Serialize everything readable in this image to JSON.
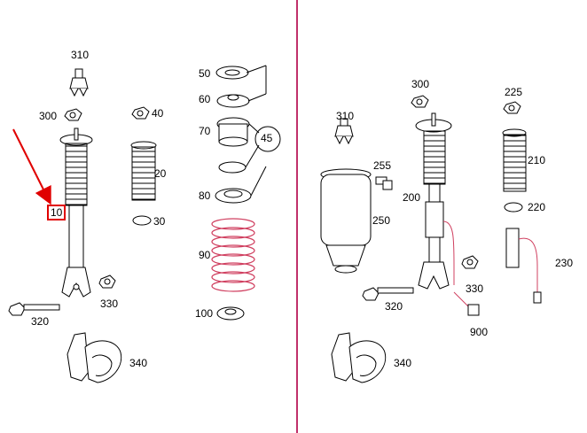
{
  "colors": {
    "background": "#ffffff",
    "line": "#000000",
    "spring": "#d04060",
    "divider": "#c0306a",
    "callout_arrow": "#e00000"
  },
  "highlighted_part": "10",
  "left": {
    "parts": {
      "p310": "310",
      "p300": "300",
      "p40": "40",
      "p10": "10",
      "p20": "20",
      "p30": "30",
      "p50": "50",
      "p60": "60",
      "p70": "70",
      "p45": "45",
      "p80": "80",
      "p90": "90",
      "p100": "100",
      "p320": "320",
      "p330": "330",
      "p340": "340"
    }
  },
  "right": {
    "parts": {
      "p310": "310",
      "p300": "300",
      "p225": "225",
      "p255": "255",
      "p210": "210",
      "p200": "200",
      "p220": "220",
      "p250": "250",
      "p230": "230",
      "p330": "330",
      "p320": "320",
      "p900": "900",
      "p340": "340"
    }
  }
}
